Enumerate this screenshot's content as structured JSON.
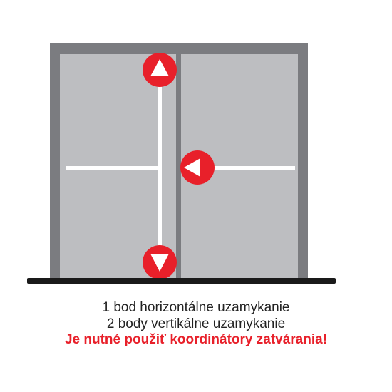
{
  "caption": {
    "line1": "1 bod horizontálne uzamykanie",
    "line2": "2 body vertikálne uzamykanie",
    "warning": "Je nutné použiť koordinátory zatvárania!"
  },
  "colors": {
    "frame": "#7b7c80",
    "door_panel": "#bdbec1",
    "lock_bar": "#ffffff",
    "marker": "#e8202a",
    "floor": "#1a1a1a",
    "warning_text": "#e8202a"
  },
  "markers": [
    {
      "name": "top-lock-marker",
      "direction": "up"
    },
    {
      "name": "center-lock-marker",
      "direction": "left"
    },
    {
      "name": "bottom-lock-marker",
      "direction": "down"
    }
  ]
}
